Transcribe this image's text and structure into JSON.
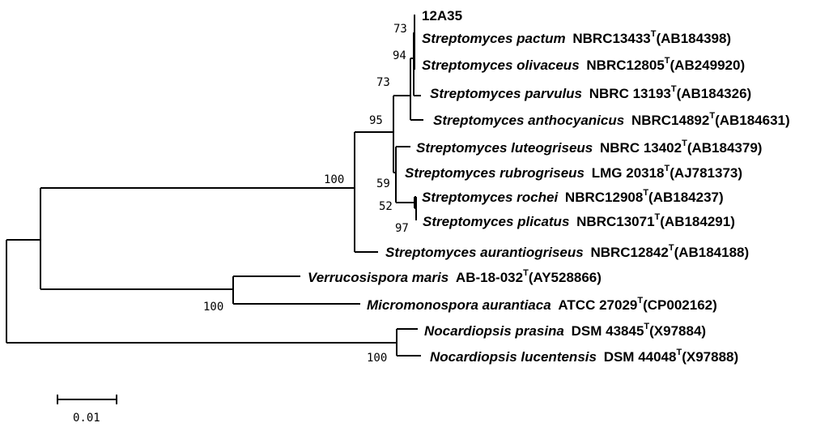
{
  "taxa": [
    {
      "id": "t1",
      "species": "",
      "strain": "12A35",
      "type_mark": "",
      "accession": ""
    },
    {
      "id": "t2",
      "species": "Streptomyces pactum",
      "strain": "NBRC13433",
      "type_mark": "T",
      "accession": "(AB184398)"
    },
    {
      "id": "t3",
      "species": "Streptomyces olivaceus",
      "strain": "NBRC12805",
      "type_mark": "T",
      "accession": "(AB249920)"
    },
    {
      "id": "t4",
      "species": "Streptomyces parvulus",
      "strain": "NBRC 13193",
      "type_mark": "T",
      "accession": "(AB184326)"
    },
    {
      "id": "t5",
      "species": "Streptomyces anthocyanicus",
      "strain": "NBRC14892",
      "type_mark": "T",
      "accession": "(AB184631)"
    },
    {
      "id": "t6",
      "species": "Streptomyces luteogriseus",
      "strain": "NBRC 13402",
      "type_mark": "T",
      "accession": "(AB184379)"
    },
    {
      "id": "t7",
      "species": "Streptomyces rubrogriseus",
      "strain": "LMG 20318",
      "type_mark": "T",
      "accession": "(AJ781373)"
    },
    {
      "id": "t8",
      "species": "Streptomyces rochei",
      "strain": "NBRC12908",
      "type_mark": "T",
      "accession": "(AB184237)"
    },
    {
      "id": "t9",
      "species": "Streptomyces plicatus",
      "strain": "NBRC13071",
      "type_mark": "T",
      "accession": "(AB184291)"
    },
    {
      "id": "t10",
      "species": "Streptomyces aurantiogriseus",
      "strain": "NBRC12842",
      "type_mark": "T",
      "accession": "(AB184188)"
    },
    {
      "id": "t11",
      "species": "Verrucosispora maris",
      "strain": "AB-18-032",
      "type_mark": "T",
      "accession": "(AY528866)"
    },
    {
      "id": "t12",
      "species": "Micromonospora aurantiaca",
      "strain": "ATCC 27029",
      "type_mark": "T",
      "accession": "(CP002162)"
    },
    {
      "id": "t13",
      "species": "Nocardiopsis prasina",
      "strain": "DSM 43845",
      "type_mark": "T",
      "accession": "(X97884)"
    },
    {
      "id": "t14",
      "species": "Nocardiopsis lucentensis",
      "strain": "DSM 44048",
      "type_mark": "T",
      "accession": "(X97888)"
    }
  ],
  "bootstrap_values": [
    "73",
    "94",
    "73",
    "95",
    "100",
    "59",
    "52",
    "97",
    "100",
    "100"
  ],
  "scale_bar": {
    "label": "0.01"
  }
}
